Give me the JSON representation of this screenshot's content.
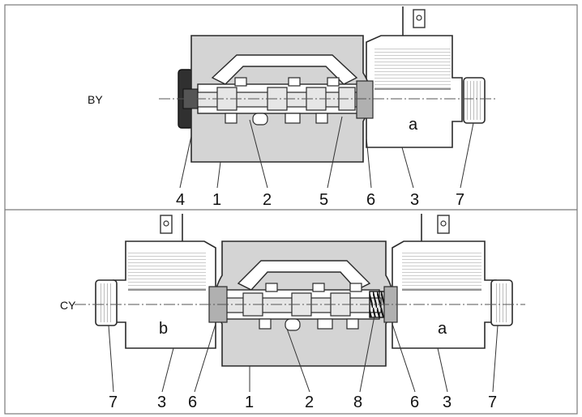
{
  "panels": [
    {
      "id": "top",
      "port_label": "BY",
      "solenoid_labels": [
        "a"
      ],
      "callouts": [
        "4",
        "1",
        "2",
        "5",
        "6",
        "3",
        "7"
      ]
    },
    {
      "id": "bottom",
      "port_label": "CY",
      "solenoid_labels": [
        "b",
        "a"
      ],
      "callouts": [
        "7",
        "3",
        "6",
        "1",
        "2",
        "8",
        "6",
        "3",
        "7"
      ]
    }
  ],
  "colors": {
    "line": "#2a2a2a",
    "body_fill": "#d4d4d4",
    "cavity_fill": "#ffffff",
    "spool_fill": "#e6e6e6",
    "dark_part": "#303030",
    "frame": "#7a7a7a"
  },
  "icons": [
    "solenoid-terminal-icon",
    "spool-icon",
    "return-spring-icon",
    "manual-override-icon"
  ]
}
